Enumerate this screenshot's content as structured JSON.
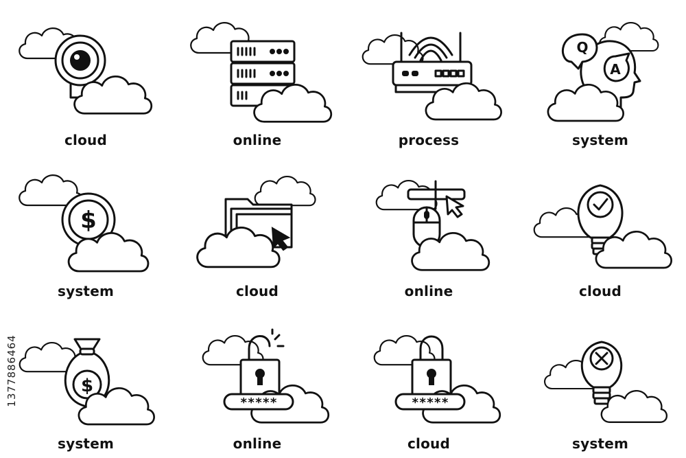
{
  "icons": [
    {
      "label": "cloud",
      "icon": "cloud-webcam-icon"
    },
    {
      "label": "online",
      "icon": "cloud-server-icon"
    },
    {
      "label": "process",
      "icon": "cloud-router-icon"
    },
    {
      "label": "system",
      "icon": "cloud-qa-head-icon"
    },
    {
      "label": "system",
      "icon": "cloud-dollar-coin-icon"
    },
    {
      "label": "cloud",
      "icon": "cloud-folder-cursor-icon"
    },
    {
      "label": "online",
      "icon": "cloud-mouse-click-icon"
    },
    {
      "label": "cloud",
      "icon": "cloud-bulb-check-icon"
    },
    {
      "label": "system",
      "icon": "cloud-money-bag-icon"
    },
    {
      "label": "online",
      "icon": "cloud-unlocked-password-icon"
    },
    {
      "label": "cloud",
      "icon": "cloud-locked-password-icon"
    },
    {
      "label": "system",
      "icon": "cloud-bulb-cross-icon"
    }
  ],
  "password_mask": "*****",
  "qa_letters": {
    "q": "Q",
    "a": "A"
  },
  "stock_id": "1377886464"
}
